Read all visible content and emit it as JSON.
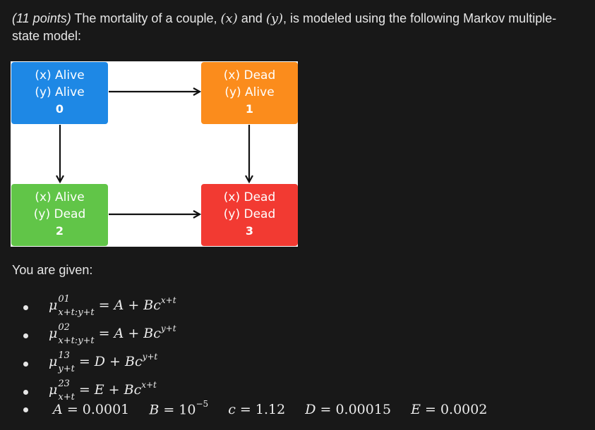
{
  "intro": {
    "points": "(11 points)",
    "text_before_x": "The mortality of a couple,",
    "x_var": "(x)",
    "and_word": "and",
    "y_var": "(y)",
    "text_after": ", is modeled using the following Markov multiple-state model:"
  },
  "states": [
    {
      "line1": "(x) Alive",
      "line2": "(y) Alive",
      "num": "0",
      "color": "#1e88e5"
    },
    {
      "line1": "(x) Dead",
      "line2": "(y) Alive",
      "num": "1",
      "color": "#fb8c1c"
    },
    {
      "line1": "(x) Alive",
      "line2": "(y) Dead",
      "num": "2",
      "color": "#61c548"
    },
    {
      "line1": "(x) Dead",
      "line2": "(y) Dead",
      "num": "3",
      "color": "#f23a32"
    }
  ],
  "given_label": "You are given:",
  "rates": [
    {
      "symbol": "μ",
      "sup": "01",
      "sub": "x+t:y+t",
      "rhs_base": "A + Bc",
      "rhs_exp": "x+t"
    },
    {
      "symbol": "μ",
      "sup": "02",
      "sub": "x+t:y+t",
      "rhs_base": "A + Bc",
      "rhs_exp": "y+t"
    },
    {
      "symbol": "μ",
      "sup": "13",
      "sub": "y+t",
      "rhs_base": "D + Bc",
      "rhs_exp": "y+t"
    },
    {
      "symbol": "μ",
      "sup": "23",
      "sub": "x+t",
      "rhs_base": "E + Bc",
      "rhs_exp": "x+t"
    }
  ],
  "constants": {
    "A": {
      "name": "A",
      "value": "0.0001"
    },
    "B": {
      "name": "B",
      "base": "10",
      "exp": "−5"
    },
    "c": {
      "name": "c",
      "value": "1.12"
    },
    "D": {
      "name": "D",
      "value": "0.00015"
    },
    "E": {
      "name": "E",
      "value": "0.0002"
    }
  }
}
